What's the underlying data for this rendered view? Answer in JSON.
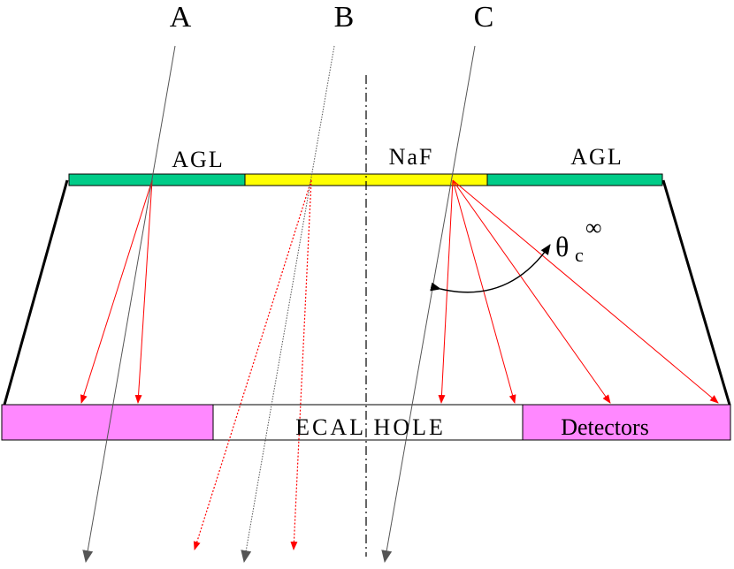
{
  "tracks": {
    "a_label": "A",
    "b_label": "B",
    "c_label": "C"
  },
  "radiators": {
    "agl_left_label": "AGL",
    "naf_label": "NaF",
    "agl_right_label": "AGL"
  },
  "detector_plane": {
    "hole_label": "ECAL HOLE",
    "detectors_label": "Detectors"
  },
  "angle": {
    "symbol": "θ",
    "subscript": "c",
    "superscript": "∞"
  },
  "colors": {
    "agl": "#00cc88",
    "naf": "#ffff00",
    "detector": "#ff88ff",
    "photon": "#ff0000",
    "track": "#555555",
    "wall": "#000000"
  }
}
